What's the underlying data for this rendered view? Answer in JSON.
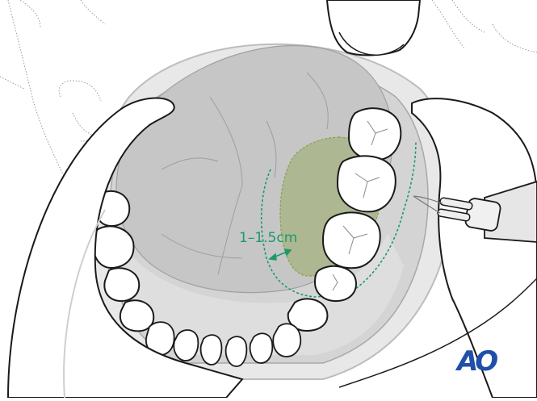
{
  "figure": {
    "subject": "Oral cavity, lower jaw view with retracted cheeks and dental mirror",
    "annotation": {
      "measurement_label": "1–1.5cm",
      "color": "#1a9a6a"
    },
    "highlighted_region_color": "#a9b58a",
    "logo": {
      "text": "AO",
      "color": "#1f4fa8"
    },
    "colors": {
      "outline": "#1a1a1a",
      "tongue": "#cfcfcf",
      "mucosa": "#dcdcdc",
      "teeth": "#ffffff",
      "dashed_line": "#1a9a6a"
    }
  }
}
